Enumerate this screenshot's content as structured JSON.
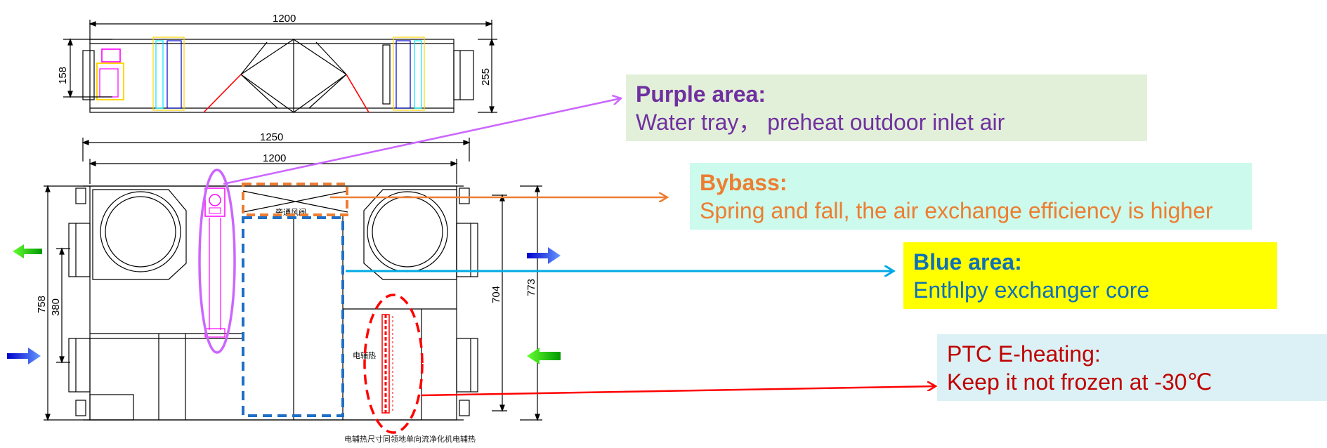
{
  "dimensions": {
    "top_width": "1200",
    "top_height_left": "158",
    "top_height_right": "255",
    "plan_outer_width": "1250",
    "plan_inner_width": "1200",
    "plan_height_outer": "758",
    "plan_height_inner": "380",
    "right_height_inner": "704",
    "right_height_outer": "773"
  },
  "drawing_labels": {
    "bypass_cn": "旁通风阀",
    "heater_cn": "电辅热"
  },
  "callouts": {
    "purple": {
      "title": "Purple area:",
      "body": "Water tray，  preheat  outdoor inlet air"
    },
    "orange": {
      "title": "Bybass:",
      "body": "Spring and fall, the air exchange efficiency is higher"
    },
    "blue": {
      "title": "Blue area:",
      "body": "Enthlpy exchanger core"
    },
    "red": {
      "title": "PTC E-heating:",
      "body": "Keep it not frozen at -30℃"
    }
  },
  "caption": "电辅热尺寸同领地单向流净化机电辅热",
  "colors": {
    "purple": "#cc66ff",
    "orange": "#ed7d31",
    "blue": "#1f6fc5",
    "cyan_arrow": "#00a9e6",
    "red": "#ff0000",
    "green_arrow": "#33cc33",
    "blue_arrow": "#1a1aff"
  }
}
